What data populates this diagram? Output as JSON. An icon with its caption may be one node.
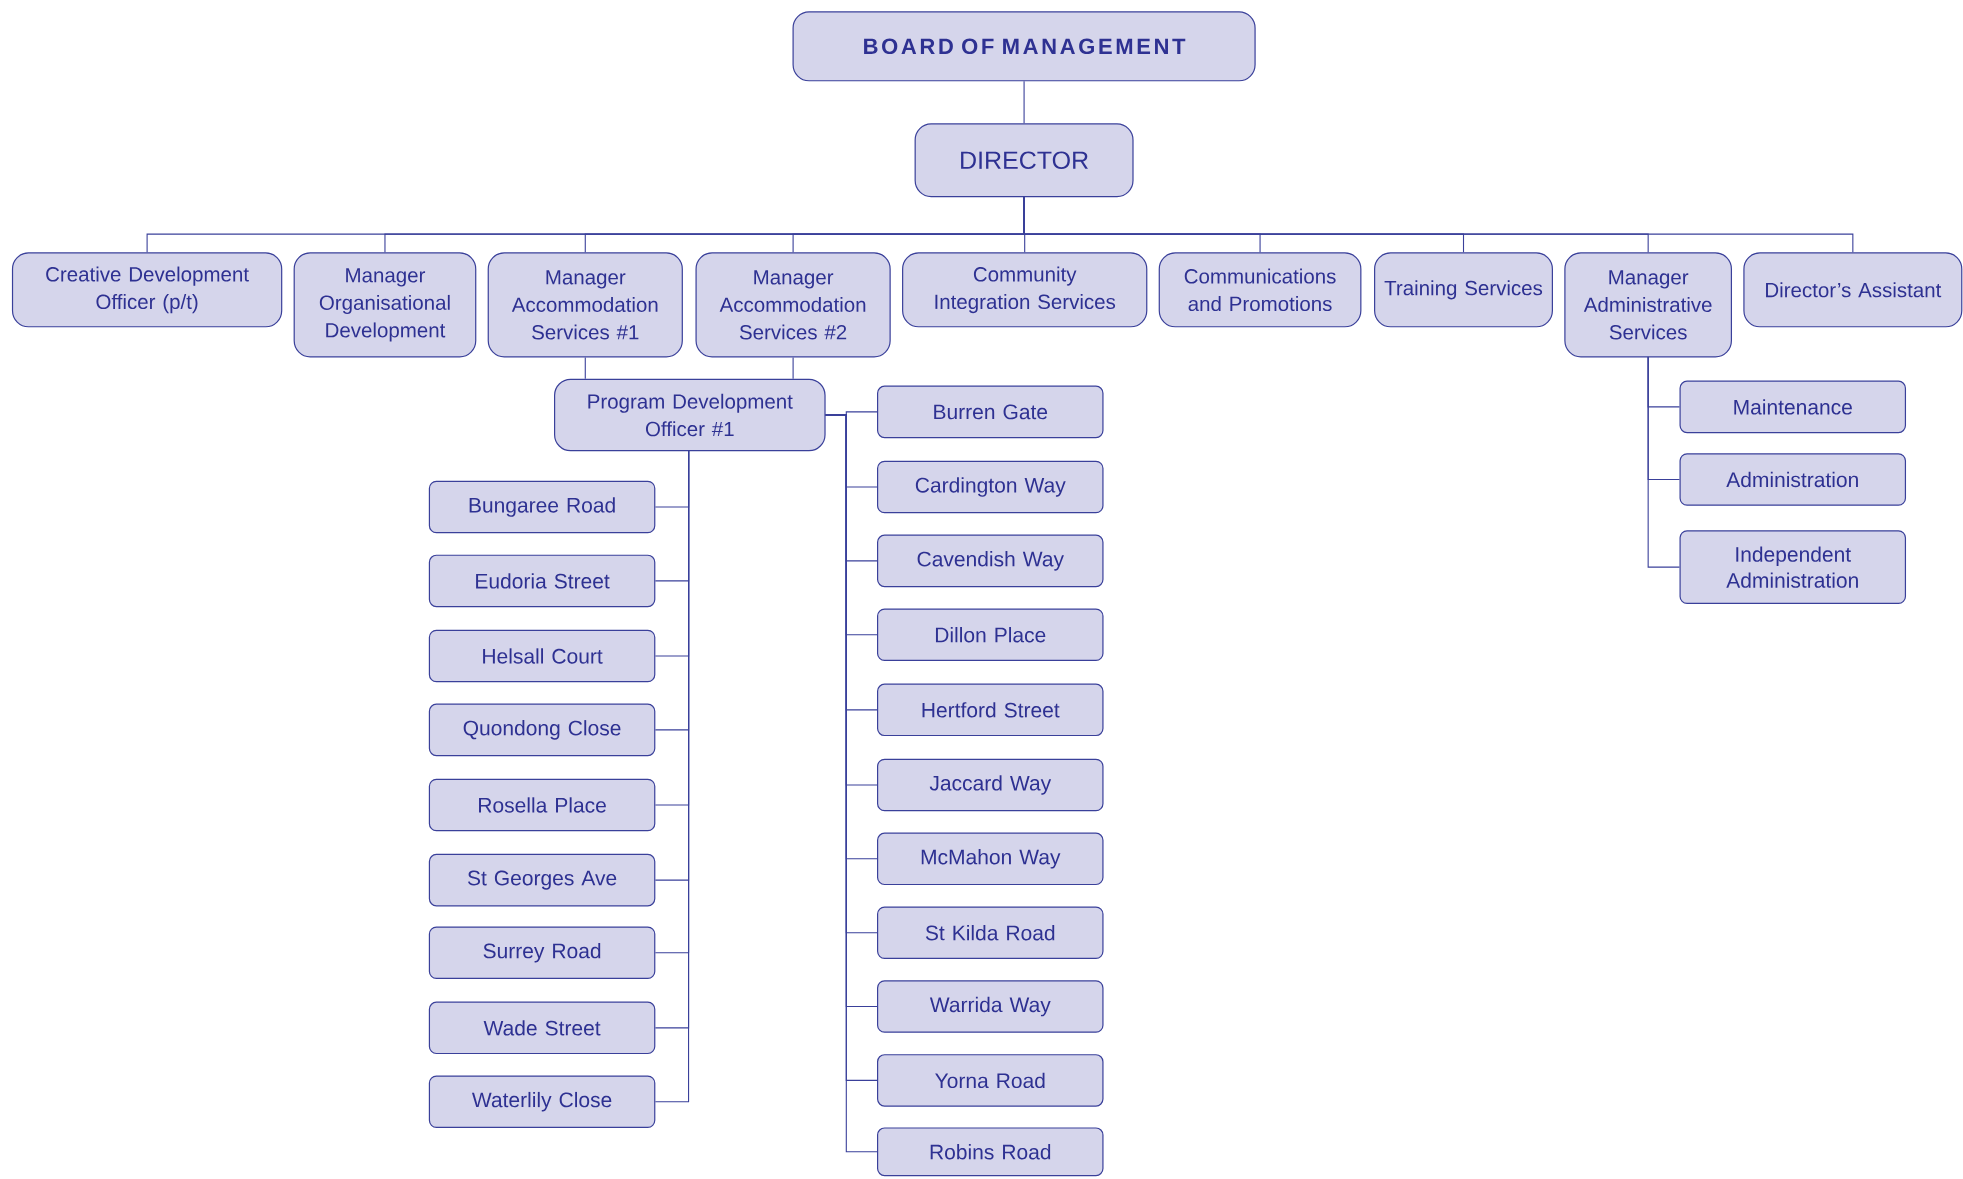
{
  "diagram": {
    "nodes": [
      {
        "text": [
          "BOARD OF MANAGEMENT"
        ]
      },
      {
        "text": [
          "DIRECTOR"
        ]
      },
      {
        "text": [
          "Creative Development Officer (p/t)"
        ]
      },
      {
        "text": [
          "Manager Organisational Development"
        ]
      },
      {
        "text": [
          "Manager Accommodation Services #1"
        ]
      },
      {
        "text": [
          "Manager Accommodation Services #2"
        ]
      },
      {
        "text": [
          "Community Integration Services"
        ]
      },
      {
        "text": [
          "Communications and Promotions"
        ]
      },
      {
        "text": [
          "Training Services"
        ]
      },
      {
        "text": [
          "Manager Administrative Services"
        ]
      },
      {
        "text": [
          "Director’s Assistant"
        ]
      },
      {
        "text": [
          "Program Development Officer #1"
        ]
      },
      {
        "text": [
          "Bungaree Road"
        ]
      },
      {
        "text": [
          "Eudoria Street"
        ]
      },
      {
        "text": [
          "Helsall Court"
        ]
      },
      {
        "text": [
          "Quondong Close"
        ]
      },
      {
        "text": [
          "Rosella Place"
        ]
      },
      {
        "text": [
          "St Georges Ave"
        ]
      },
      {
        "text": [
          "Surrey Road"
        ]
      },
      {
        "text": [
          "Wade Street"
        ]
      },
      {
        "text": [
          "Waterlily Close"
        ]
      },
      {
        "text": [
          "Burren Gate"
        ]
      },
      {
        "text": [
          "Cardington Way"
        ]
      },
      {
        "text": [
          "Cavendish Way"
        ]
      },
      {
        "text": [
          "Dillon Place"
        ]
      },
      {
        "text": [
          "Hertford Street"
        ]
      },
      {
        "text": [
          "Jaccard Way"
        ]
      },
      {
        "text": [
          "McMahon Way"
        ]
      },
      {
        "text": [
          "St Kilda Road"
        ]
      },
      {
        "text": [
          "Warrida Way"
        ]
      },
      {
        "text": [
          "Yorna Road"
        ]
      },
      {
        "text": [
          "Robins Road"
        ]
      },
      {
        "text": [
          "Maintenance"
        ]
      },
      {
        "text": [
          "Administration"
        ]
      },
      {
        "text": [
          "Independent Administration"
        ]
      }
    ],
    "edges": [
      {
        "from": 0,
        "to": 1,
        "arrow": "none"
      },
      {
        "from": 1,
        "to": 2,
        "arrow": "none"
      },
      {
        "from": 1,
        "to": 3,
        "arrow": "none"
      },
      {
        "from": 1,
        "to": 4,
        "arrow": "none"
      },
      {
        "from": 1,
        "to": 5,
        "arrow": "none"
      },
      {
        "from": 1,
        "to": 6,
        "arrow": "none"
      },
      {
        "from": 1,
        "to": 7,
        "arrow": "none"
      },
      {
        "from": 1,
        "to": 8,
        "arrow": "none"
      },
      {
        "from": 1,
        "to": 9,
        "arrow": "none"
      },
      {
        "from": 1,
        "to": 10,
        "arrow": "none"
      },
      {
        "from": 4,
        "to": 11,
        "arrow": "none"
      },
      {
        "from": 5,
        "to": 11,
        "arrow": "none"
      },
      {
        "from": 11,
        "to": 12,
        "arrow": "none"
      },
      {
        "from": 11,
        "to": 13,
        "arrow": "none"
      },
      {
        "from": 11,
        "to": 14,
        "arrow": "none"
      },
      {
        "from": 11,
        "to": 15,
        "arrow": "none"
      },
      {
        "from": 11,
        "to": 16,
        "arrow": "none"
      },
      {
        "from": 11,
        "to": 17,
        "arrow": "none"
      },
      {
        "from": 11,
        "to": 18,
        "arrow": "none"
      },
      {
        "from": 11,
        "to": 19,
        "arrow": "none"
      },
      {
        "from": 11,
        "to": 20,
        "arrow": "none"
      },
      {
        "from": 11,
        "to": 21,
        "arrow": "none"
      },
      {
        "from": 11,
        "to": 22,
        "arrow": "none"
      },
      {
        "from": 11,
        "to": 23,
        "arrow": "none"
      },
      {
        "from": 11,
        "to": 24,
        "arrow": "none"
      },
      {
        "from": 11,
        "to": 25,
        "arrow": "none"
      },
      {
        "from": 11,
        "to": 26,
        "arrow": "none"
      },
      {
        "from": 11,
        "to": 27,
        "arrow": "none"
      },
      {
        "from": 11,
        "to": 28,
        "arrow": "none"
      },
      {
        "from": 11,
        "to": 29,
        "arrow": "none"
      },
      {
        "from": 11,
        "to": 30,
        "arrow": "none"
      },
      {
        "from": 11,
        "to": 31,
        "arrow": "none"
      },
      {
        "from": 9,
        "to": 32,
        "arrow": "none"
      },
      {
        "from": 9,
        "to": 33,
        "arrow": "none"
      },
      {
        "from": 9,
        "to": 34,
        "arrow": "none"
      }
    ]
  }
}
